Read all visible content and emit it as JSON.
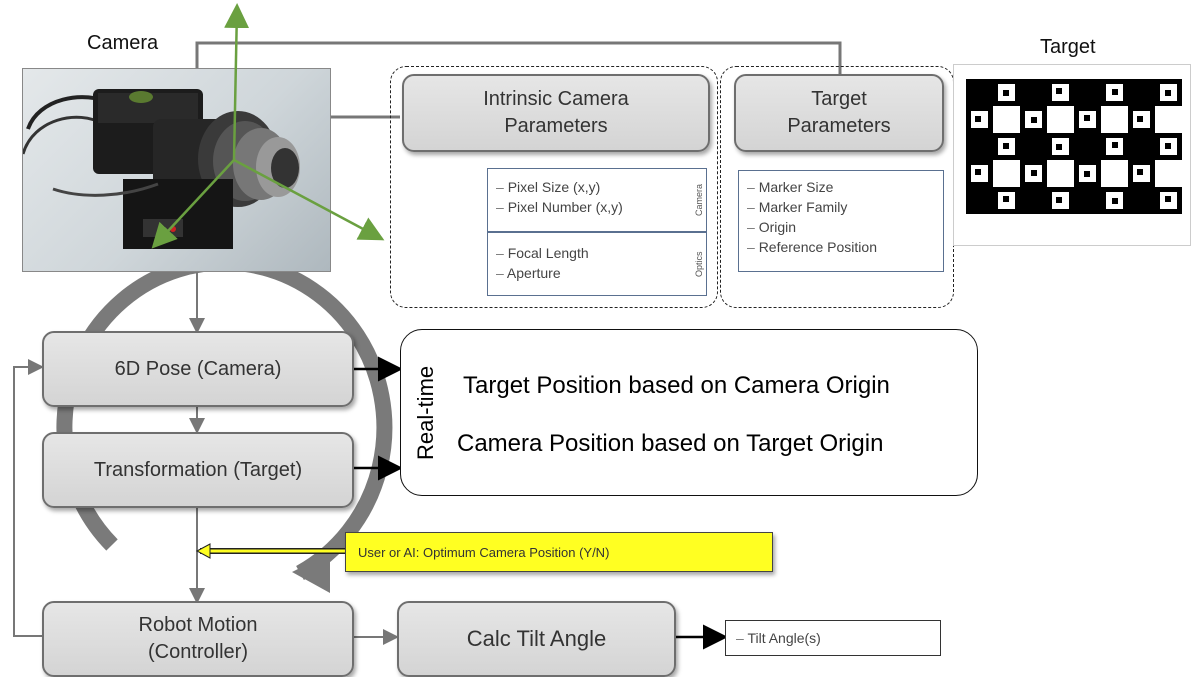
{
  "labels": {
    "camera": "Camera",
    "target": "Target"
  },
  "boxes": {
    "intrinsic": "Intrinsic Camera Parameters",
    "target_params": "Target Parameters",
    "pose": "6D Pose (Camera)",
    "transformation": "Transformation (Target)",
    "robot": "Robot Motion (Controller)",
    "calc_tilt": "Calc Tilt Angle",
    "user_ai": "User or AI: Optimum Camera Position (Y/N)"
  },
  "camera_list": {
    "items": [
      "Pixel Size (x,y)",
      "Pixel Number (x,y)"
    ],
    "tag": "Camera"
  },
  "optics_list": {
    "items": [
      "Focal Length",
      "Aperture"
    ],
    "tag": "Optics"
  },
  "target_list": {
    "items": [
      "Marker Size",
      "Marker Family",
      "Origin",
      "Reference Position"
    ]
  },
  "realtime": {
    "tag": "Real-time",
    "line1": "Target Position based on Camera Origin",
    "line2": "Camera Position based on Target Origin"
  },
  "tilt_output": {
    "items": [
      "Tilt Angle(s)"
    ]
  },
  "colors": {
    "box_border": "#6e6e6e",
    "axis_green": "#6aa040",
    "note_yellow": "#ffff22"
  }
}
